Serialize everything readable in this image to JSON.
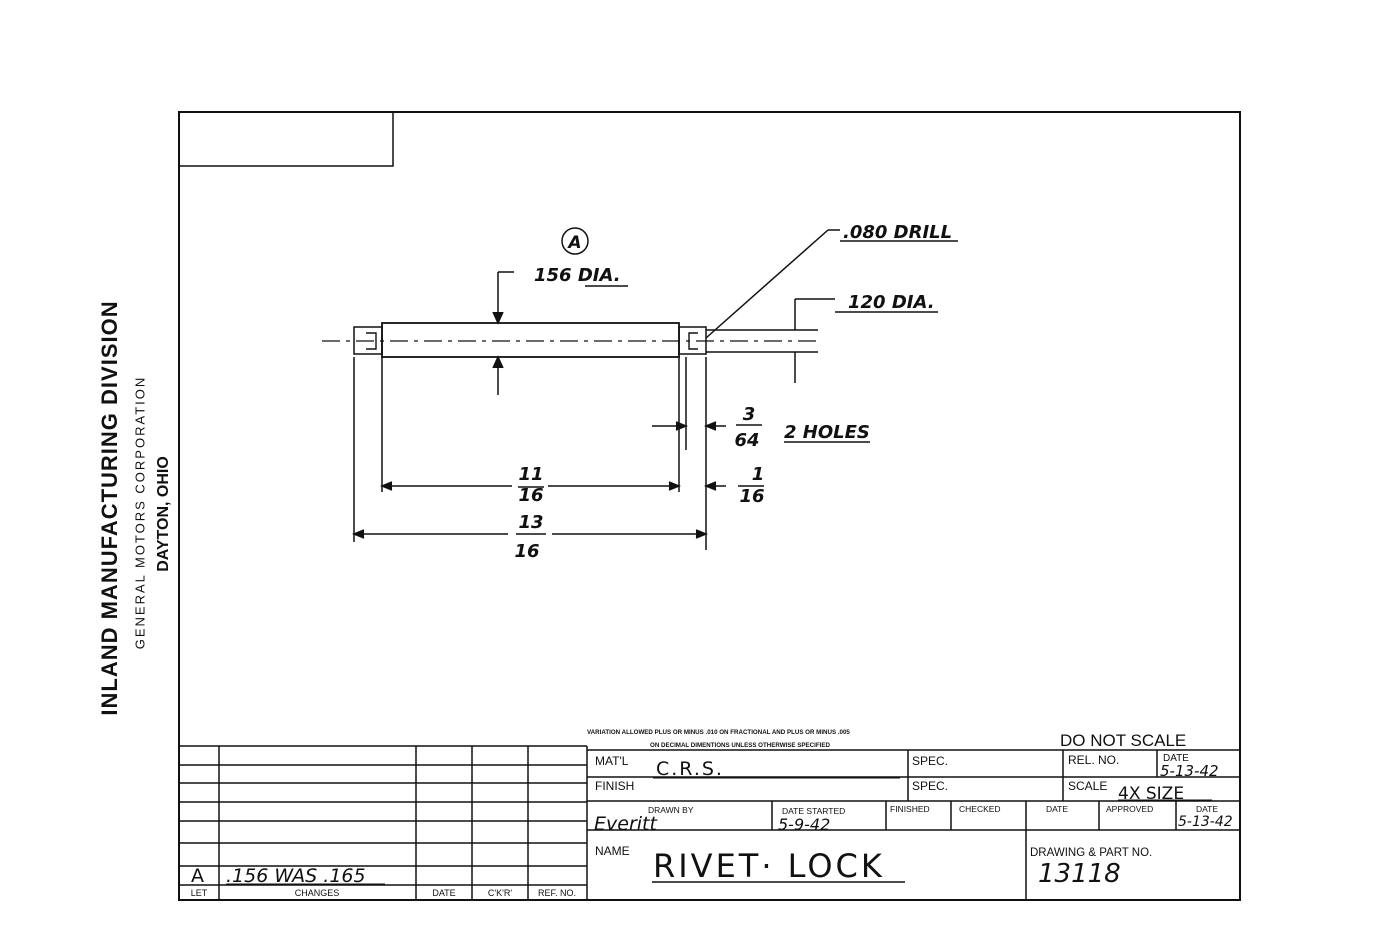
{
  "sidebar": {
    "division": "INLAND MANUFACTURING DIVISION",
    "corporation": "GENERAL MOTORS CORPORATION",
    "location": "DAYTON, OHIO"
  },
  "drawing": {
    "balloon": "A",
    "dim_156": "156 DIA.",
    "drill": ".080 DRILL",
    "dim_120": "120 DIA.",
    "holes": "2 HOLES",
    "frac_3": "3",
    "frac_64": "64",
    "frac_11": "11",
    "frac_16a": "16",
    "frac_1": "1",
    "frac_16b": "16",
    "frac_13": "13",
    "frac_16c": "16"
  },
  "title_block": {
    "variation_line1": "VARIATION ALLOWED PLUS OR MINUS .010 ON FRACTIONAL AND PLUS OR MINUS .005",
    "variation_line2": "ON DECIMAL DIMENTIONS UNLESS OTHERWISE SPECIFIED",
    "do_not_scale": "DO NOT SCALE",
    "matl_label": "MAT'L",
    "matl_value": "C.R.S.",
    "spec_label_1": "SPEC.",
    "rel_no_label": "REL. NO.",
    "date_label_1": "DATE",
    "date_value_1": "5-13-42",
    "finish_label": "FINISH",
    "spec_label_2": "SPEC.",
    "scale_label": "SCALE",
    "scale_value": "4X SIZE",
    "drawn_by_label": "DRAWN BY",
    "drawn_by_value": "Everitt",
    "date_started_label": "DATE STARTED",
    "date_started_value": "5-9-42",
    "finished_label": "FINISHED",
    "checked_label": "CHECKED",
    "date_label_2": "DATE",
    "approved_label": "APPROVED",
    "date_label_3": "DATE",
    "date_value_3": "5-13-42",
    "name_label": "NAME",
    "name_value": "RIVET· LOCK",
    "drawing_no_label": "DRAWING & PART NO.",
    "drawing_no_value": "13118"
  },
  "changes": {
    "headers": [
      "LET",
      "CHANGES",
      "DATE",
      "C'K'R'",
      "REF. NO."
    ],
    "entries": [
      {
        "let": "A",
        "change": ".156 WAS .165"
      }
    ]
  }
}
